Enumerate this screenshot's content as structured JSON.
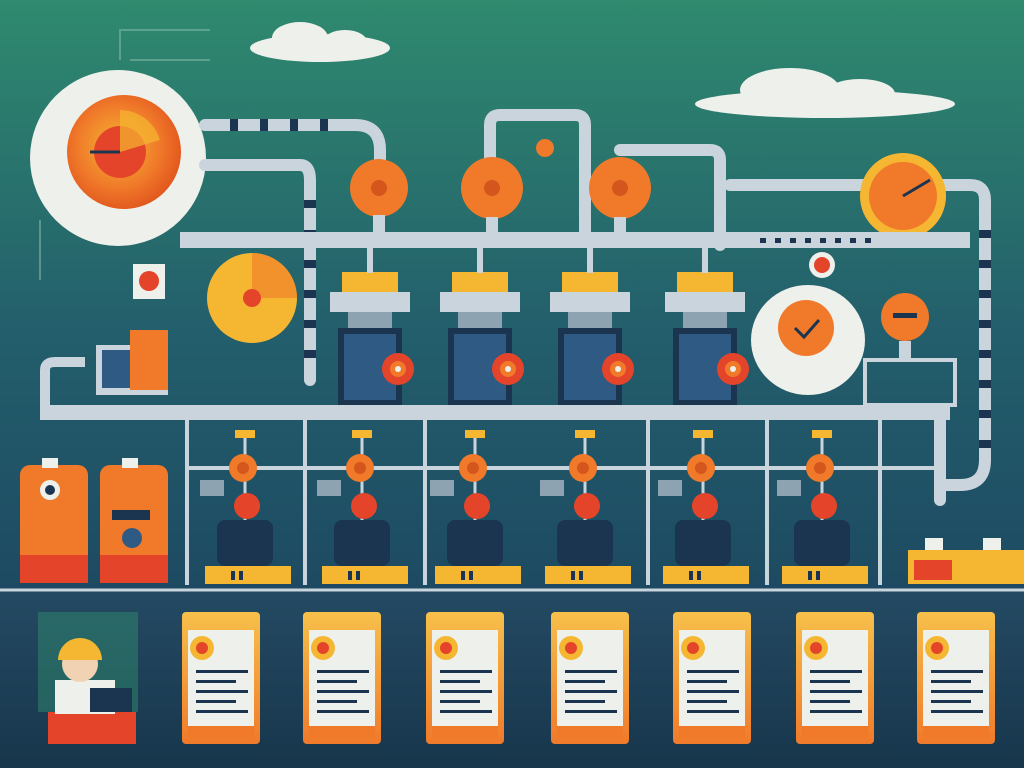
{
  "colors": {
    "sky_top": "#2f8a6e",
    "sky_bottom": "#1d4f66",
    "floor": "#1f4158",
    "pipe": "#c9d4dc",
    "pipe_dark": "#8ea3b1",
    "orange": "#f07a2a",
    "orange_dark": "#d4561c",
    "yellow": "#f5b731",
    "red": "#e4452a",
    "navy": "#1b3550",
    "machine_blue": "#2e5a84",
    "cream": "#f1efe8",
    "cloud": "#eef0ec"
  },
  "scene": {
    "icons": [
      "gauge-icon",
      "checkmark-icon",
      "worker-icon",
      "report-card-icon",
      "valve-icon",
      "gear-icon"
    ],
    "station_count": 6,
    "report_card_count": 7,
    "upper_machine_count": 4
  }
}
